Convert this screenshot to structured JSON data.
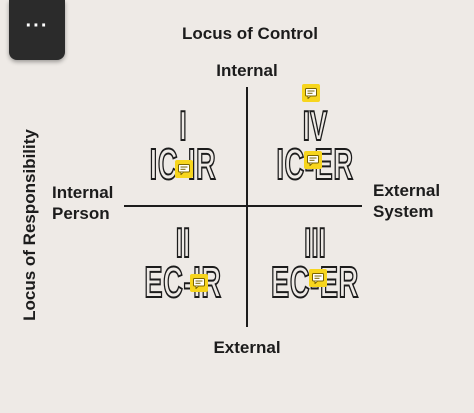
{
  "toolbar": {
    "more_label": "···"
  },
  "diagram": {
    "title": "Locus of Control",
    "side_title": "Locus of Responsibility",
    "axis_top": "Internal",
    "axis_bottom": "External",
    "axis_left": [
      "Internal",
      "Person"
    ],
    "axis_right": [
      "External",
      "System"
    ],
    "quadrants": [
      {
        "roman": "I",
        "code": "IC-IR"
      },
      {
        "roman": "IV",
        "code": "IC-ER"
      },
      {
        "roman": "II",
        "code": "EC-IR"
      },
      {
        "roman": "III",
        "code": "EC-ER"
      }
    ],
    "comment_icon_color": "#f7d51d"
  }
}
